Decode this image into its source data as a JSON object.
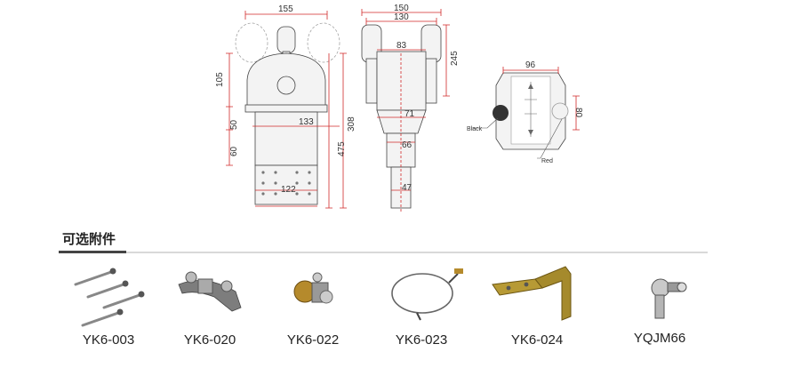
{
  "drawing": {
    "front": {
      "width_155": "155",
      "height_105": "105",
      "d_50": "50",
      "d_60": "60",
      "d_133": "133",
      "d_475": "475",
      "d_308": "308",
      "d_122": "122"
    },
    "side": {
      "d_150": "150",
      "d_130": "130",
      "d_83": "83",
      "d_245": "245",
      "d_71": "71",
      "d_66": "66",
      "d_47": "47"
    },
    "top": {
      "d_96": "96",
      "d_80": "80",
      "black_label": "Black",
      "red_label": "Red"
    }
  },
  "section_title": "可选附件",
  "accessories": [
    {
      "code": "YK6-003",
      "icon": "rod-ends-icon"
    },
    {
      "code": "YK6-020",
      "icon": "clamp-bracket-icon"
    },
    {
      "code": "YK6-022",
      "icon": "cable-clamp-icon"
    },
    {
      "code": "YK6-023",
      "icon": "cable-icon"
    },
    {
      "code": "YK6-024",
      "icon": "mounting-bracket-icon"
    },
    {
      "code": "YQJM66",
      "icon": "ball-joint-icon"
    }
  ],
  "colors": {
    "dimension_line": "#d12a2a",
    "rule": "#d9d9d9"
  }
}
